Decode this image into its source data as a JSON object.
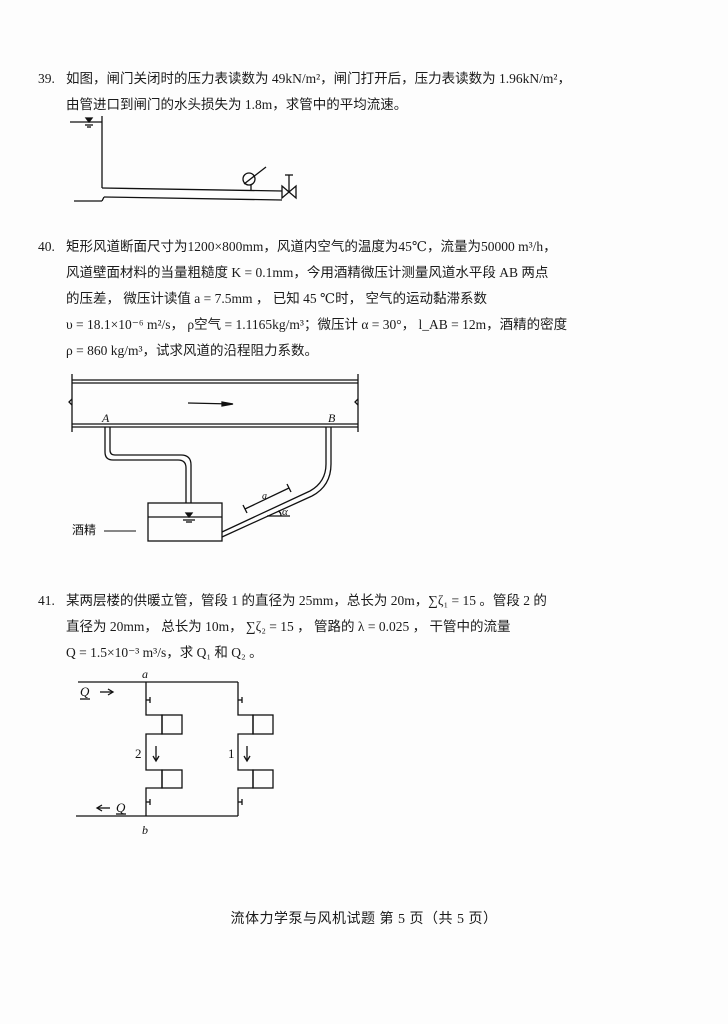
{
  "questions": [
    {
      "number": "39.",
      "lines": [
        "如图，闸门关闭时的压力表读数为 49kN/m²，闸门打开后，压力表读数为 1.96kN/m²，",
        "由管进口到闸门的水头损失为 1.8m，求管中的平均流速。"
      ],
      "figure": {
        "description": "水箱连接水平管道，管上有压力表，末端为闸门",
        "elements": [
          "water-surface-symbol",
          "tank-wall",
          "pipe",
          "pressure-gauge",
          "gate-valve"
        ]
      }
    },
    {
      "number": "40.",
      "lines": [
        "矩形风道断面尺寸为1200×800mm，风道内空气的温度为45℃，流量为50000 m³/h，",
        "风道壁面材料的当量粗糙度 K = 0.1mm，今用酒精微压计测量风道水平段 AB 两点",
        "的压差， 微压计读值 a = 7.5mm ， 已知 45 ℃时， 空气的运动黏滞系数",
        "υ = 18.1×10⁻⁶ m²/s， ρ空气 = 1.1165kg/m³；微压计 α = 30°， l_AB = 12m，酒精的密度",
        "ρ = 860 kg/m³，试求风道的沿程阻力系数。"
      ],
      "figure": {
        "labels": {
          "point_a": "A",
          "point_b": "B",
          "reading": "a",
          "angle": "α",
          "fluid": "酒精"
        }
      }
    },
    {
      "number": "41.",
      "lines": [
        "某两层楼的供暖立管，管段 1 的直径为 25mm，总长为 20m，∑ζ₁ = 15 。管段 2 的",
        "直径为 20mm， 总长为 10m， ∑ζ₂ = 15 ， 管路的 λ = 0.025 ， 干管中的流量",
        "Q = 1.5×10⁻³ m³/s，求 Q₁ 和 Q₂ 。"
      ],
      "figure": {
        "labels": {
          "node_a": "a",
          "node_b": "b",
          "flow_in": "Q",
          "flow_out": "Q",
          "branch_1": "1",
          "branch_2": "2"
        }
      }
    }
  ],
  "footer": {
    "text": "流体力学泵与风机试题   第 5 页（共 5 页）"
  }
}
